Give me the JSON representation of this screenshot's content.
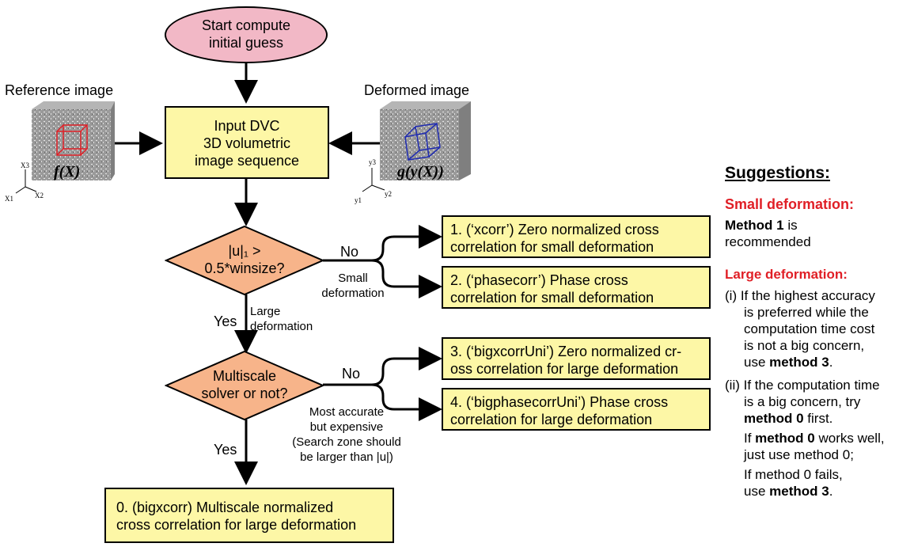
{
  "start": {
    "line1": "Start compute",
    "line2": "initial guess"
  },
  "reference_label": "Reference image",
  "deformed_label": "Deformed image",
  "input_box": {
    "line1": "Input DVC",
    "line2": "3D volumetric",
    "line3": "image sequence"
  },
  "ref_func": "f(X)",
  "def_func": "g(y(X))",
  "ref_axes": {
    "x3": "X3",
    "x1": "X1",
    "x2": "X2"
  },
  "def_axes": {
    "y3": "y3",
    "y1": "y1",
    "y2": "y2"
  },
  "decision1": {
    "line1": "|u|₁ >",
    "line2": "0.5*winsize?"
  },
  "decision2": {
    "line1": "Multiscale",
    "line2": "solver or not?"
  },
  "edge_labels": {
    "no1": "No",
    "small_def1": "Small",
    "small_def2": "deformation",
    "yes1": "Yes",
    "large_def1": "Large",
    "large_def2": "deformation",
    "no2": "No",
    "yes2": "Yes",
    "note1": "Most accurate",
    "note2": "but expensive",
    "note3": "(Search zone should",
    "note4": "be larger than |u|)"
  },
  "methods": {
    "m1": {
      "line1": "1. (‘xcorr’) Zero normalized cross",
      "line2": "correlation for small deformation"
    },
    "m2": {
      "line1": "2. (‘phasecorr’) Phase cross",
      "line2": "correlation for small deformation"
    },
    "m3": {
      "line1": "3. (‘bigxcorrUni’) Zero normalized cr-",
      "line2": "oss correlation for large deformation"
    },
    "m4": {
      "line1": "4. (‘bigphasecorrUni’) Phase cross",
      "line2": "correlation for large deformation"
    },
    "m0": {
      "line1": "0. (bigxcorr) Multiscale normalized",
      "line2": "cross correlation for large deformation"
    }
  },
  "suggestions": {
    "title": "Suggestions:",
    "small_heading": "Small deformation:",
    "small_bold": "Method 1",
    "small_rest1": " is",
    "small_rest2": "recommended",
    "large_heading": "Large deformation:",
    "i_line1": "(i) If the highest accuracy",
    "i_line2": "is preferred while the",
    "i_line3": "computation time cost",
    "i_line4": "is not a big concern,",
    "i_line5a": "use ",
    "i_line5b": "method 3",
    "i_line5c": ".",
    "ii_line1": "(ii) If the computation time",
    "ii_line2": "is a big concern, try",
    "ii_line3a": "method 0",
    "ii_line3b": " first.",
    "ii_line4a": "If ",
    "ii_line4b": "method 0",
    "ii_line4c": " works well,",
    "ii_line5": "just use method 0;",
    "ii_line6": "If method 0 fails,",
    "ii_line7a": "use ",
    "ii_line7b": "method 3",
    "ii_line7c": "."
  },
  "colors": {
    "box_fill": "#fdf7a6",
    "start_fill": "#f2b8c6",
    "diamond_fill": "#f7b48a",
    "accent_red": "#e01f26",
    "ref_cube_line": "#e01f26",
    "def_cube_line": "#1f2bb0"
  }
}
